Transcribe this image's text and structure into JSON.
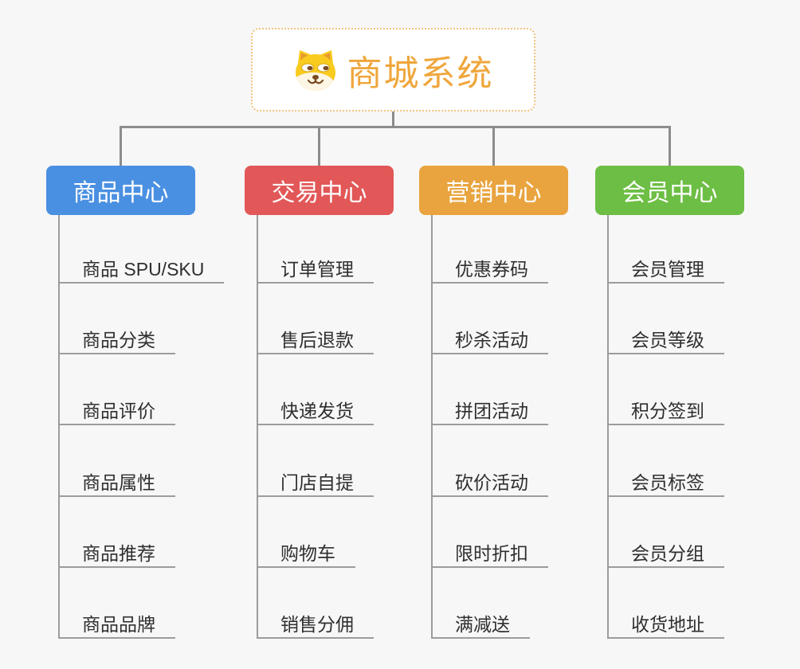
{
  "root": {
    "title": "商城系统",
    "icon": "dog-face-icon",
    "title_color": "#efa63b",
    "border_color": "#f2c27d"
  },
  "connector_color": "#8c8c8c",
  "branches": [
    {
      "label": "商品中心",
      "color": "#4a90e2",
      "children": [
        "商品 SPU/SKU",
        "商品分类",
        "商品评价",
        "商品属性",
        "商品推荐",
        "商品品牌"
      ]
    },
    {
      "label": "交易中心",
      "color": "#e25757",
      "children": [
        "订单管理",
        "售后退款",
        "快递发货",
        "门店自提",
        "购物车",
        "销售分佣"
      ]
    },
    {
      "label": "营销中心",
      "color": "#e9a43f",
      "children": [
        "优惠券码",
        "秒杀活动",
        "拼团活动",
        "砍价活动",
        "限时折扣",
        "满减送"
      ]
    },
    {
      "label": "会员中心",
      "color": "#6dbe44",
      "children": [
        "会员管理",
        "会员等级",
        "积分签到",
        "会员标签",
        "会员分组",
        "收货地址"
      ]
    }
  ]
}
